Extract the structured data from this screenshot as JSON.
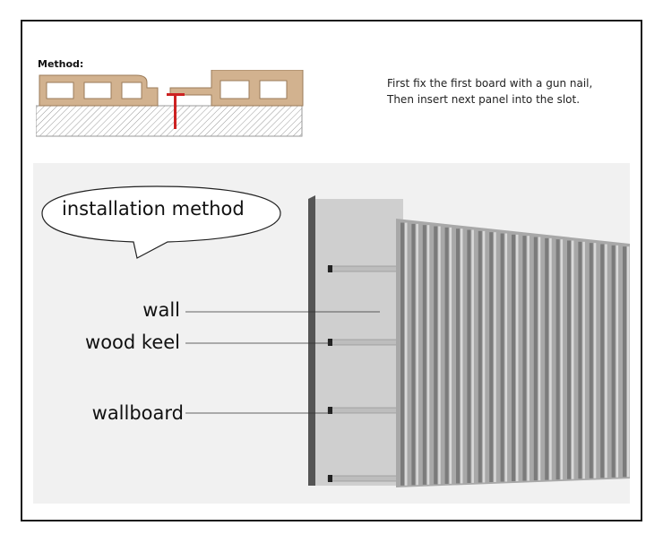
{
  "method_heading": "Method:",
  "instructions": {
    "line1": "First fix the first board with a gun nail,",
    "line2": "Then insert next panel into the slot."
  },
  "callout": "installation method",
  "labels": {
    "wall": "wall",
    "wood_keel": "wood keel",
    "wallboard": "wallboard"
  },
  "colors": {
    "board_fill": "#d2b28f",
    "board_stroke": "#9b7b58",
    "nail": "#cc2222",
    "wall_dark": "#555555",
    "wallboard_grey": "#a8a8a8",
    "panel_bg": "#f1f1f1"
  }
}
